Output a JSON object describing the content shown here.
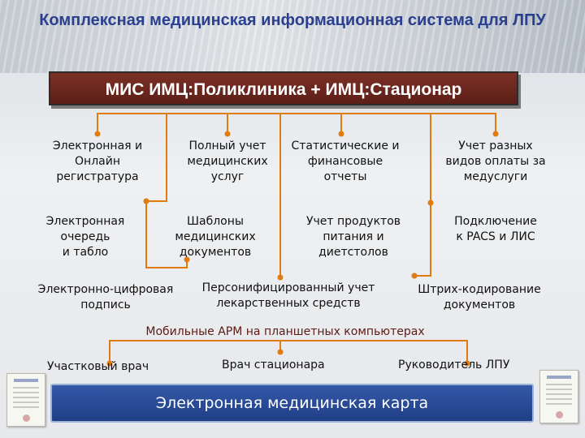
{
  "title": "Комплексная медицинская информационная система для ЛПУ",
  "main_box": "МИС   ИМЦ:Поликлиника + ИМЦ:Стационар",
  "features": [
    [
      "Электронная и",
      "Онлайн",
      "регистратура"
    ],
    [
      "Полный учет",
      "медицинских",
      "услуг"
    ],
    [
      "Статистические и",
      "финансовые",
      "отчеты"
    ],
    [
      "Учет разных",
      "видов оплаты за",
      "медуслуги"
    ],
    [
      "Электронная",
      "очередь",
      "и табло"
    ],
    [
      "Шаблоны",
      "медицинских",
      "документов"
    ],
    [
      "Учет продуктов",
      "питания и",
      "диетстолов"
    ],
    [
      "Подключение",
      "к PACS и ЛИС"
    ],
    [
      "Электронно-цифровая",
      "подпись"
    ],
    [
      "Персонифицированный учет",
      "лекарственных средств"
    ],
    [
      "Штрих-кодирование",
      "документов"
    ]
  ],
  "mobile_label": "Мобильные АРМ на планшетных компьютерах",
  "roles": [
    "Участковый врач",
    "Врач стационара",
    "Руководитель ЛПУ"
  ],
  "emr": "Электронная медицинская карта",
  "colors": {
    "title": "#2a3f8f",
    "main_box": "#6b2419",
    "connector": "#e07b10",
    "emr_box": "#2a4b9a"
  }
}
